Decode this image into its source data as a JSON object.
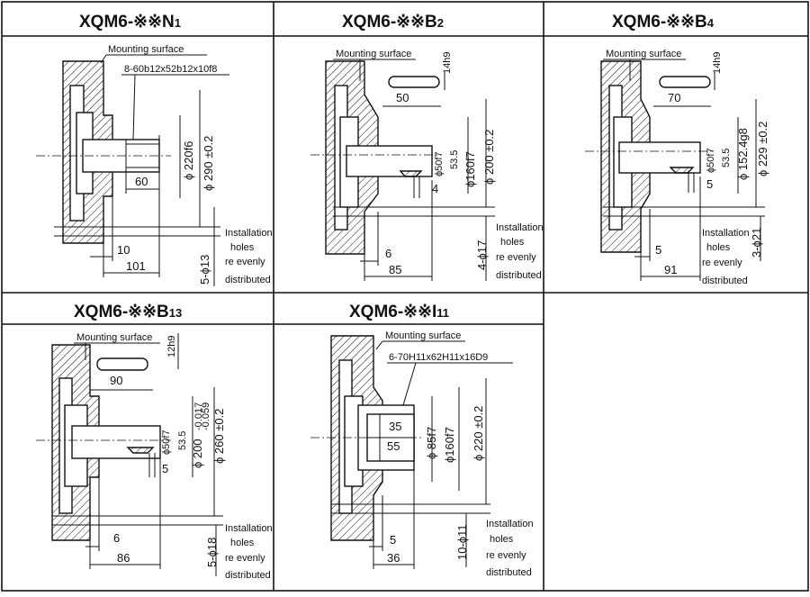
{
  "cells": [
    {
      "title": "XQM6-※※N",
      "sub": "1",
      "mounting_surface": "Mounting surface",
      "spline_spec": "8-60b12x52b12x10f8",
      "dims": {
        "shaft_len": "60",
        "d1": "ϕ 220f6",
        "d2": "ϕ 290 ±0.2",
        "flange": "10",
        "overall": "101",
        "holes": "5-ϕ13"
      },
      "install_note": [
        "Installation",
        "holes",
        "re evenly",
        "distributed"
      ]
    },
    {
      "title": "XQM6-※※B",
      "sub": "2",
      "mounting_surface": "Mounting surface",
      "dims": {
        "key_width": "14h9",
        "key_len": "50",
        "shaft_d": "ϕ50f7",
        "key_depth": "53.5",
        "d1": "ϕ160f7",
        "d2": "ϕ 200 ±0.2",
        "offset": "4",
        "flange": "6",
        "overall": "85",
        "holes": "4-ϕ17"
      },
      "install_note": [
        "Installation",
        "holes",
        "re evenly",
        "distributed"
      ]
    },
    {
      "title": "XQM6-※※B",
      "sub": "4",
      "mounting_surface": "Mounting surface",
      "dims": {
        "key_width": "14h9",
        "key_len": "70",
        "shaft_d": "ϕ50f7",
        "key_depth": "53.5",
        "d1": "ϕ 152.4g8",
        "d2": "ϕ 229 ±0.2",
        "offset": "5",
        "flange": "5",
        "overall": "91",
        "holes": "3-ϕ21"
      },
      "install_note": [
        "Installation",
        "holes",
        "re evenly",
        "distributed"
      ]
    },
    {
      "title": "XQM6-※※B",
      "sub": "13",
      "mounting_surface": "Mounting surface",
      "dims": {
        "key_width": "12h9",
        "key_len": "90",
        "shaft_d": "ϕ50f7",
        "key_depth": "53.5",
        "d1": "ϕ 200",
        "tol_up": "-0.017",
        "tol_dn": "-0.059",
        "d2": "ϕ 260 ±0.2",
        "offset": "5",
        "flange": "6",
        "overall": "86",
        "holes": "5-ϕ18"
      },
      "install_note": [
        "Installation",
        "holes",
        "re evenly",
        "distributed"
      ]
    },
    {
      "title": "XQM6-※※I",
      "sub": "11",
      "mounting_surface": "Mounting surface",
      "spline_spec": "6-70H11x62H11x16D9",
      "dims": {
        "depth1": "35",
        "depth2": "55",
        "d0": "ϕ 85f7",
        "d1": "ϕ160f7",
        "d2": "ϕ 220 ±0.2",
        "flange": "5",
        "overall": "36",
        "holes": "10-ϕ11"
      },
      "install_note": [
        "Installation",
        "holes",
        "re evenly",
        "distributed"
      ]
    }
  ]
}
